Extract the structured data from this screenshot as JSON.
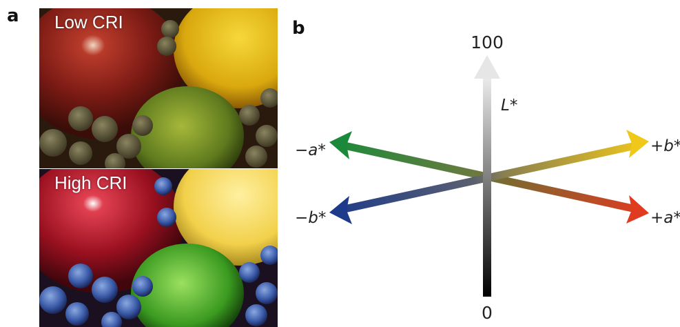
{
  "panels": {
    "a": {
      "label": "a",
      "top_caption": "Low CRI",
      "bottom_caption": "High CRI"
    },
    "b": {
      "label": "b",
      "axis_top": "100",
      "axis_bottom": "0",
      "axis_l": "L*",
      "axis_minus_a": "−a*",
      "axis_plus_a": "+a*",
      "axis_minus_b": "−b*",
      "axis_plus_b": "+b*"
    }
  },
  "colors": {
    "green": "#1a8a3a",
    "red": "#e03a20",
    "blue": "#1e3a8a",
    "yellow": "#f0c81a",
    "lightness_top": "#eeeeee",
    "lightness_bottom": "#000000"
  }
}
